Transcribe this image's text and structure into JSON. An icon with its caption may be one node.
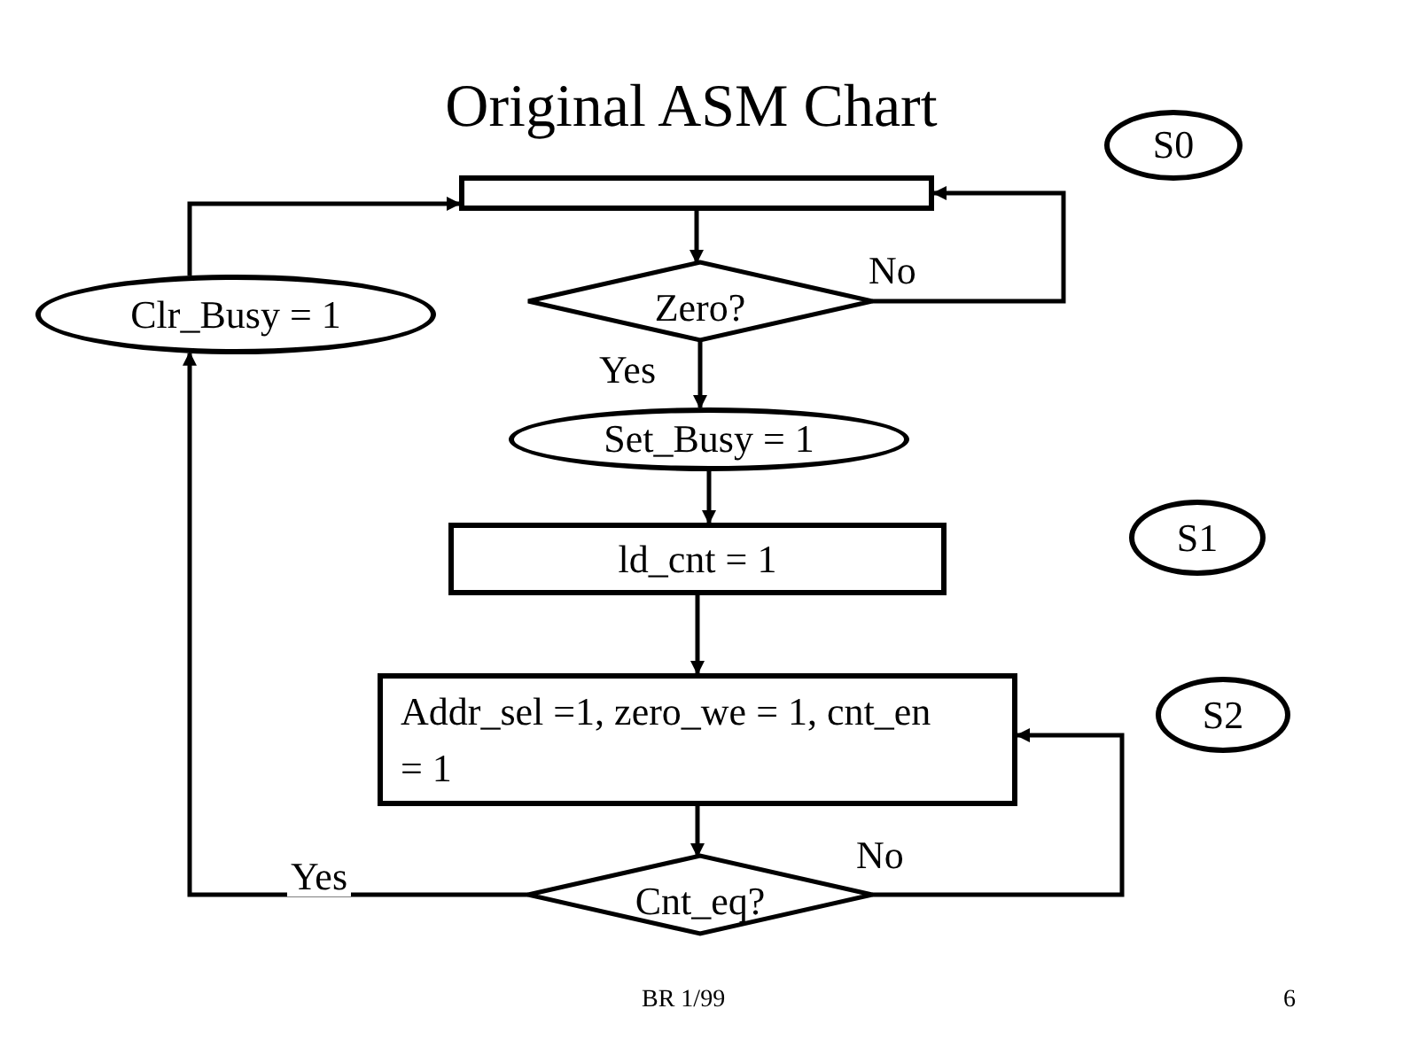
{
  "diagram": {
    "title": "Original ASM Chart",
    "nodes": [
      {
        "text": [
          "S0"
        ]
      },
      {
        "text": [],
        "shape": "box"
      },
      {
        "text": [
          "Clr_Busy = 1"
        ]
      },
      {
        "text": [
          "Zero?"
        ]
      },
      {
        "text": [
          "Set_Busy = 1"
        ]
      },
      {
        "text": [
          "ld_cnt = 1"
        ]
      },
      {
        "text": [
          "S1"
        ]
      },
      {
        "text": [
          "Addr_sel =1, zero_we = 1, cnt_en = 1"
        ]
      },
      {
        "text": [
          "S2"
        ]
      },
      {
        "text": [
          "Cnt_eq?"
        ]
      }
    ],
    "edges": [
      {
        "from": 1,
        "to": 3,
        "arrow": "to"
      },
      {
        "from": 3,
        "to": 1,
        "arrow": "to",
        "label": "No"
      },
      {
        "from": 3,
        "to": 4,
        "arrow": "to",
        "label": "Yes"
      },
      {
        "from": 4,
        "to": 5,
        "arrow": "to"
      },
      {
        "from": 5,
        "to": 7,
        "arrow": "to"
      },
      {
        "from": 7,
        "to": 9,
        "arrow": "to"
      },
      {
        "from": 9,
        "to": 7,
        "arrow": "to",
        "label": "No"
      },
      {
        "from": 9,
        "to": 2,
        "arrow": "to",
        "label": "Yes"
      },
      {
        "from": 2,
        "to": 1,
        "arrow": "to"
      }
    ],
    "labels": [
      "BR 1/99",
      "6"
    ]
  }
}
